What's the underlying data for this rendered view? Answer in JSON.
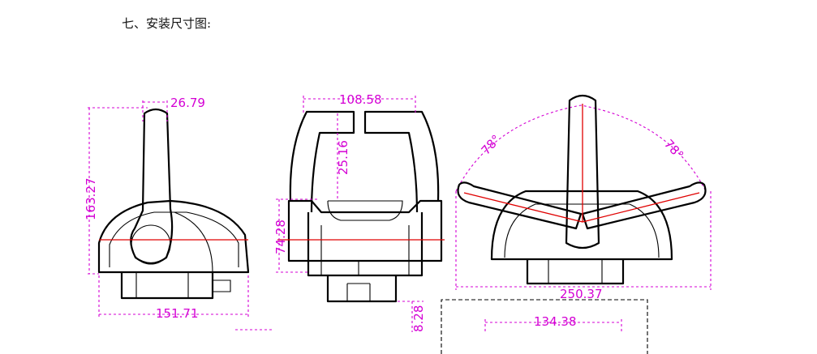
{
  "heading": "七、安装尺寸图:",
  "dimensions": {
    "side_handle_width": "26.79",
    "side_height": "163.27",
    "side_base_width": "151.71",
    "front_top_width": "108.58",
    "front_slot_depth": "25.16",
    "front_body_height": "74.28",
    "front_bottom_partial": "8.28",
    "top_angle_left": "78°",
    "top_angle_right": "78°",
    "top_span_width": "250.37",
    "cutout_width": "134.38"
  },
  "colors": {
    "dimension": "#d400d4",
    "centerline": "#e00000",
    "outline": "#000000"
  }
}
